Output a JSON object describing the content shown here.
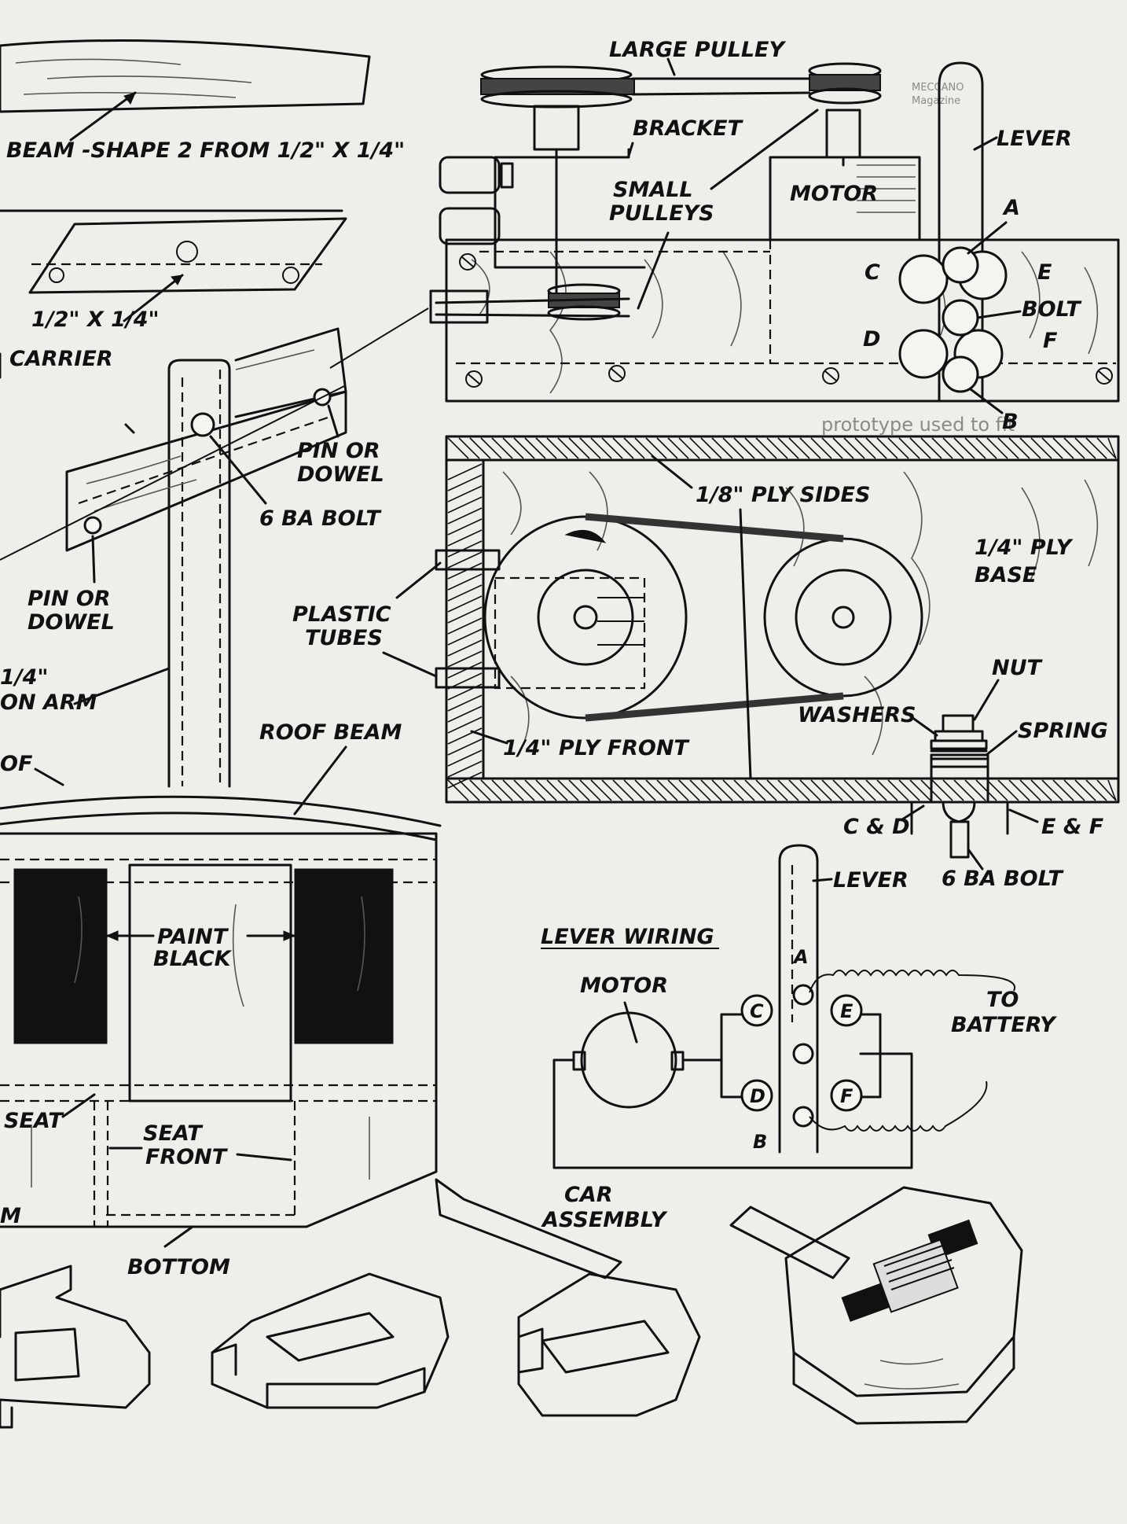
{
  "labels": {
    "large_pulley": "LARGE PULLEY",
    "bracket": "BRACKET",
    "lever_top": "LEVER",
    "small_pulleys_1": "SMALL",
    "small_pulleys_2": "PULLEYS",
    "motor_top": "MOTOR",
    "pos_a": "A",
    "pos_b": "B",
    "pos_c": "C",
    "pos_d": "D",
    "pos_e": "E",
    "pos_f": "F",
    "bolt": "BOLT",
    "beam": "BEAM -SHAPE 2 FROM 1/2\" X 1/4\"",
    "carrier_1": "1/2\" X 1/4\"",
    "carrier_2": "CARRIER",
    "pin_dowel_1a": "PIN OR",
    "pin_dowel_1b": "DOWEL",
    "bolt_6ba": "6 BA BOLT",
    "pin_dowel_2a": "PIN OR",
    "pin_dowel_2b": "DOWEL",
    "plastic_tubes_1": "PLASTIC",
    "plastic_tubes_2": "TUBES",
    "ply_sides": "1/8\" PLY SIDES",
    "ply_base_1": "1/4\" PLY",
    "ply_base_2": "BASE",
    "nut": "NUT",
    "washers": "WASHERS",
    "spring": "SPRING",
    "ply_front": "1/4\" PLY FRONT",
    "arm_1": "1/4\"",
    "arm_2": "ON ARM",
    "roof_partial": "OF",
    "roof_beam": "ROOF BEAM",
    "c_and_d": "C & D",
    "e_and_f": "E & F",
    "lever_mid": "LEVER",
    "bolt_6ba_2": "6 BA BOLT",
    "paint_1": "PAINT",
    "paint_2": "BLACK",
    "lever_wiring": "LEVER WIRING",
    "motor_wiring": "MOTOR",
    "to_battery_1": "TO",
    "to_battery_2": "BATTERY",
    "seat": "SEAT",
    "seat_front_1": "SEAT",
    "seat_front_2": "FRONT",
    "bottom": "BOTTOM",
    "car_assembly_1": "CAR",
    "car_assembly_2": "ASSEMBLY",
    "m_partial": "M"
  },
  "wiring_terminals": {
    "c": "C",
    "d": "D",
    "e": "E",
    "f": "F",
    "a": "A",
    "b": "B"
  },
  "background_text": {
    "r1": "prototype used to fit",
    "r2": "MECCANO",
    "r3": "Magazine"
  }
}
